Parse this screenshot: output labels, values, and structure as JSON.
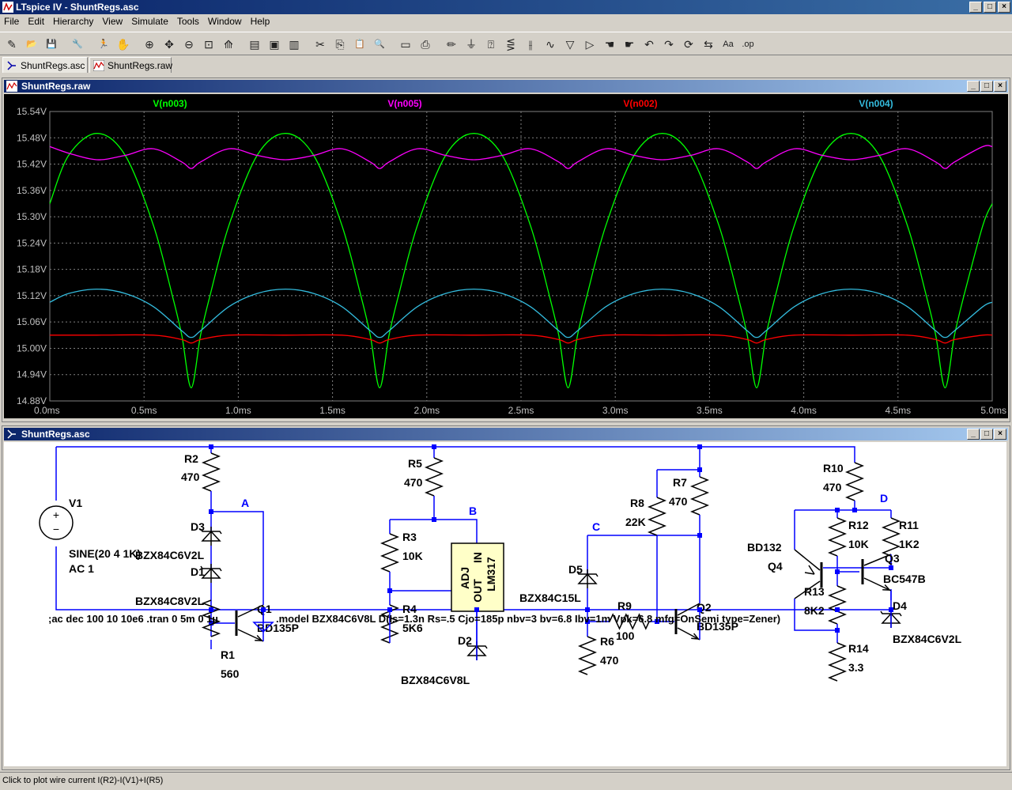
{
  "app": {
    "title": "LTspice IV - ShuntRegs.asc",
    "icon": "ltspice-icon"
  },
  "window_buttons": [
    "minimize",
    "maximize",
    "close"
  ],
  "menu": [
    {
      "label": "File"
    },
    {
      "label": "Edit"
    },
    {
      "label": "Hierarchy"
    },
    {
      "label": "View"
    },
    {
      "label": "Simulate"
    },
    {
      "label": "Tools"
    },
    {
      "label": "Window"
    },
    {
      "label": "Help"
    }
  ],
  "toolbar_icons": [
    "new-schematic-icon",
    "open-icon",
    "save-icon",
    "control-panel-icon",
    "run-icon",
    "halt-icon",
    "zoom-in-icon",
    "pan-icon",
    "zoom-out-icon",
    "zoom-fit-icon",
    "autorange-icon",
    "tile-horizontal-icon",
    "cascade-icon",
    "tile-vertical-icon",
    "cut-icon",
    "copy-icon",
    "paste-icon",
    "find-icon",
    "print-preview-icon",
    "print-icon",
    "wire-icon",
    "ground-icon",
    "label-net-icon",
    "resistor-icon",
    "capacitor-icon",
    "inductor-icon",
    "diode-icon",
    "component-icon",
    "move-icon",
    "drag-icon",
    "undo-icon",
    "redo-icon",
    "rotate-icon",
    "mirror-icon",
    "text-icon",
    "spice-directive-icon"
  ],
  "tabs": [
    {
      "label": "ShuntRegs.asc",
      "icon": "schematic-icon",
      "active": true
    },
    {
      "label": "ShuntRegs.raw",
      "icon": "waveform-icon",
      "active": false
    }
  ],
  "waveform_window": {
    "title": "ShuntRegs.raw",
    "background": "#000000",
    "grid_color": "#808080"
  },
  "schematic_window": {
    "title": "ShuntRegs.asc"
  },
  "chart_data": {
    "type": "line",
    "title": "",
    "xlabel": "",
    "ylabel": "",
    "xlim": [
      0,
      5
    ],
    "ylim": [
      14.88,
      15.54
    ],
    "x_unit": "ms",
    "y_unit": "V",
    "x_ticks": [
      "0.0ms",
      "0.5ms",
      "1.0ms",
      "1.5ms",
      "2.0ms",
      "2.5ms",
      "3.0ms",
      "3.5ms",
      "4.0ms",
      "4.5ms",
      "5.0ms"
    ],
    "y_ticks": [
      "15.54V",
      "15.48V",
      "15.42V",
      "15.36V",
      "15.30V",
      "15.24V",
      "15.18V",
      "15.12V",
      "15.06V",
      "15.00V",
      "14.94V",
      "14.88V"
    ],
    "grid": true,
    "legend": "top",
    "series": [
      {
        "name": "V(n003)",
        "color": "#00ff00",
        "x": [
          0,
          0.1,
          0.25,
          0.4,
          0.55,
          0.65,
          0.7,
          0.75,
          0.8,
          0.85,
          0.95,
          1.1,
          1.25,
          1.4,
          1.55,
          1.65,
          1.7,
          1.75,
          1.8,
          1.85,
          1.95,
          2.1,
          2.25,
          2.4,
          2.55,
          2.65,
          2.7,
          2.75,
          2.8,
          2.85,
          2.95,
          3.1,
          3.25,
          3.4,
          3.55,
          3.65,
          3.7,
          3.75,
          3.8,
          3.85,
          3.95,
          4.1,
          4.25,
          4.4,
          4.55,
          4.65,
          4.7,
          4.75,
          4.8,
          4.85,
          4.95,
          5.0
        ],
        "values": [
          15.33,
          15.44,
          15.49,
          15.44,
          15.28,
          15.12,
          15.03,
          14.91,
          15.03,
          15.12,
          15.28,
          15.44,
          15.49,
          15.44,
          15.28,
          15.12,
          15.03,
          14.91,
          15.03,
          15.12,
          15.28,
          15.44,
          15.49,
          15.44,
          15.28,
          15.12,
          15.03,
          14.91,
          15.03,
          15.12,
          15.28,
          15.44,
          15.49,
          15.44,
          15.28,
          15.12,
          15.03,
          14.91,
          15.03,
          15.12,
          15.28,
          15.44,
          15.49,
          15.44,
          15.28,
          15.12,
          15.03,
          14.91,
          15.03,
          15.12,
          15.28,
          15.33
        ]
      },
      {
        "name": "V(n005)",
        "color": "#ff00ff",
        "x": [
          0,
          0.1,
          0.25,
          0.4,
          0.55,
          0.7,
          0.75,
          0.8,
          0.95,
          1.1,
          1.25,
          1.4,
          1.55,
          1.7,
          1.75,
          1.8,
          1.95,
          2.1,
          2.25,
          2.4,
          2.55,
          2.7,
          2.75,
          2.8,
          2.95,
          3.1,
          3.25,
          3.4,
          3.55,
          3.7,
          3.75,
          3.8,
          3.95,
          4.1,
          4.25,
          4.4,
          4.55,
          4.7,
          4.75,
          4.8,
          4.95,
          5.0
        ],
        "values": [
          15.46,
          15.445,
          15.43,
          15.44,
          15.455,
          15.425,
          15.41,
          15.425,
          15.455,
          15.44,
          15.43,
          15.44,
          15.455,
          15.425,
          15.41,
          15.425,
          15.455,
          15.44,
          15.43,
          15.44,
          15.455,
          15.425,
          15.41,
          15.425,
          15.455,
          15.44,
          15.43,
          15.44,
          15.455,
          15.425,
          15.41,
          15.425,
          15.455,
          15.44,
          15.43,
          15.44,
          15.455,
          15.425,
          15.41,
          15.425,
          15.46,
          15.46
        ]
      },
      {
        "name": "V(n002)",
        "color": "#ff0000",
        "x": [
          0,
          0.25,
          0.55,
          0.7,
          0.75,
          0.8,
          0.95,
          1.25,
          1.55,
          1.7,
          1.75,
          1.8,
          1.95,
          2.25,
          2.55,
          2.7,
          2.75,
          2.8,
          2.95,
          3.25,
          3.55,
          3.7,
          3.75,
          3.8,
          3.95,
          4.25,
          4.55,
          4.7,
          4.75,
          4.8,
          4.95,
          5.0
        ],
        "values": [
          15.03,
          15.03,
          15.03,
          15.02,
          15.012,
          15.02,
          15.03,
          15.03,
          15.03,
          15.02,
          15.012,
          15.02,
          15.03,
          15.03,
          15.03,
          15.02,
          15.012,
          15.02,
          15.03,
          15.03,
          15.03,
          15.02,
          15.012,
          15.02,
          15.03,
          15.03,
          15.03,
          15.02,
          15.012,
          15.02,
          15.03,
          15.03
        ]
      },
      {
        "name": "V(n004)",
        "color": "#33bbdd",
        "x": [
          0,
          0.1,
          0.25,
          0.4,
          0.55,
          0.7,
          0.75,
          0.8,
          0.95,
          1.1,
          1.25,
          1.4,
          1.55,
          1.7,
          1.75,
          1.8,
          1.95,
          2.1,
          2.25,
          2.4,
          2.55,
          2.7,
          2.75,
          2.8,
          2.95,
          3.1,
          3.25,
          3.4,
          3.55,
          3.7,
          3.75,
          3.8,
          3.95,
          4.1,
          4.25,
          4.4,
          4.55,
          4.7,
          4.75,
          4.8,
          4.95,
          5.0
        ],
        "values": [
          15.105,
          15.125,
          15.135,
          15.125,
          15.095,
          15.04,
          15.025,
          15.04,
          15.095,
          15.125,
          15.135,
          15.125,
          15.095,
          15.04,
          15.025,
          15.04,
          15.095,
          15.125,
          15.135,
          15.125,
          15.095,
          15.04,
          15.025,
          15.04,
          15.095,
          15.125,
          15.135,
          15.125,
          15.095,
          15.04,
          15.025,
          15.04,
          15.095,
          15.125,
          15.135,
          15.125,
          15.095,
          15.04,
          15.025,
          15.04,
          15.095,
          15.105
        ]
      }
    ]
  },
  "schematic": {
    "components": {
      "R2": {
        "name": "R2",
        "value": "470"
      },
      "D3": {
        "name": "D3",
        "value": "BZX84C6V2L"
      },
      "D1": {
        "name": "D1",
        "value": "BZX84C8V2L"
      },
      "Q1": {
        "name": "Q1",
        "value": "BD135P"
      },
      "R1": {
        "name": "R1",
        "value": "560"
      },
      "V1": {
        "name": "V1",
        "value": "SINE(20 4 1K)",
        "value2": "AC 1"
      },
      "R5": {
        "name": "R5",
        "value": "470"
      },
      "R3": {
        "name": "R3",
        "value": "10K"
      },
      "R4": {
        "name": "R4",
        "value": "5K6"
      },
      "U1": {
        "pin_adj": "ADJ",
        "pin_out": "OUT",
        "pin_in": "IN",
        "value": "LM317"
      },
      "D2": {
        "name": "D2",
        "value": "BZX84C6V8L"
      },
      "R7": {
        "name": "R7",
        "value": "470"
      },
      "R8": {
        "name": "R8",
        "value": "22K"
      },
      "D5": {
        "name": "D5",
        "value": "BZX84C15L"
      },
      "R9": {
        "name": "R9",
        "value": "100"
      },
      "Q2": {
        "name": "Q2",
        "value": "BD135P"
      },
      "R6": {
        "name": "R6",
        "value": "470"
      },
      "R10": {
        "name": "R10",
        "value": "470"
      },
      "R12": {
        "name": "R12",
        "value": "10K"
      },
      "R11": {
        "name": "R11",
        "value": "1K2"
      },
      "Q4": {
        "name": "Q4",
        "value": "BD132"
      },
      "Q3": {
        "name": "Q3",
        "value": "BC547B"
      },
      "R13": {
        "name": "R13",
        "value": "8K2"
      },
      "D4": {
        "name": "D4",
        "value": "BZX84C6V2L"
      },
      "R14": {
        "name": "R14",
        "value": "3.3"
      }
    },
    "net_labels": {
      "A": "A",
      "B": "B",
      "C": "C",
      "D": "D"
    },
    "directive_analysis": ";ac dec 100 10 10e6  .tran 0 5m 0 1µ",
    "directive_model": ".model BZX84C6V8L D(Is=1.3n Rs=.5 Cjo=185p nbv=3 bv=6.8 Ibv=1m Vpk=6.8 mfg=OnSemi type=Zener)",
    "colors": {
      "wire": "#0000ff",
      "component": "#000000",
      "node": "#0000ff",
      "label": "#0000ff"
    }
  },
  "status": {
    "text": "Click to plot wire current I(R2)-I(V1)+I(R5)"
  }
}
